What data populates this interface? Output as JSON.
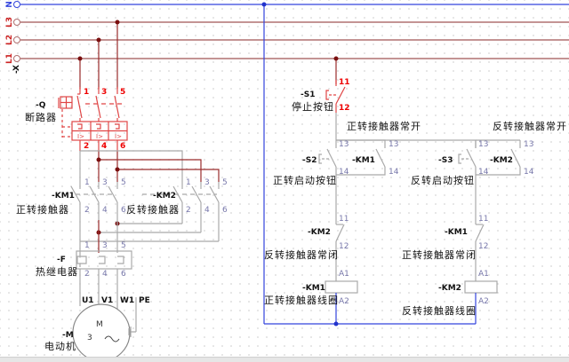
{
  "buses": [
    {
      "id": "N",
      "label": "N",
      "color": "#3344dd"
    },
    {
      "id": "L3",
      "label": "L3",
      "color": "#b07070"
    },
    {
      "id": "L2",
      "label": "L2",
      "color": "#b07070"
    },
    {
      "id": "L1",
      "label": "L1",
      "color": "#b07070"
    }
  ],
  "terminal_tag": "-X",
  "breaker": {
    "tag": "-Q",
    "name": "断路器",
    "pins_top": [
      "1",
      "3",
      "5"
    ],
    "pins_bottom": [
      "2",
      "4",
      "6"
    ]
  },
  "km1_main": {
    "tag": "-KM1",
    "name": "正转接触器",
    "pins_top": [
      "1",
      "3",
      "5"
    ],
    "pins_bottom": [
      "2",
      "4",
      "6"
    ]
  },
  "km2_main": {
    "tag": "-KM2",
    "name": "反转接触器",
    "pins_top": [
      "1",
      "3",
      "5"
    ],
    "pins_bottom": [
      "2",
      "4",
      "6"
    ]
  },
  "overload": {
    "tag": "-F",
    "name": "热继电器",
    "pins_top": [
      "1",
      "3",
      "5"
    ],
    "pins_bottom": [
      "2",
      "4",
      "6"
    ]
  },
  "motor": {
    "tag": "-M",
    "name": "电动机",
    "terminals": [
      "U1",
      "V1",
      "W1",
      "PE"
    ],
    "symbol": "M",
    "phases": "3",
    "ac": "~"
  },
  "control": {
    "s1": {
      "tag": "-S1",
      "name": "停止按钮",
      "pin_top": "11",
      "pin_bottom": "12"
    },
    "km1_no_label": "正转接触器常开",
    "km2_no_label": "反转接触器常开",
    "s2": {
      "tag": "-S2",
      "name": "正转启动按钮",
      "pin_top": "13",
      "pin_bottom": "14"
    },
    "km1_no": {
      "tag": "-KM1",
      "pin_top": "13",
      "pin_bottom": "14"
    },
    "s3": {
      "tag": "-S3",
      "name": "反转启动按钮",
      "pin_top": "13",
      "pin_bottom": "14"
    },
    "km2_no": {
      "tag": "-KM2",
      "pin_top": "13",
      "pin_bottom": "14"
    },
    "km2_nc": {
      "tag": "-KM2",
      "name": "反转接触器常闭",
      "pin_top": "11",
      "pin_bottom": "12"
    },
    "km1_nc": {
      "tag": "-KM1",
      "name": "正转接触器常闭",
      "pin_top": "11",
      "pin_bottom": "12"
    },
    "km1_coil": {
      "tag": "-KM1",
      "name": "正转接触器线圈",
      "pin_top": "A1",
      "pin_bottom": "A2"
    },
    "km2_coil": {
      "tag": "-KM2",
      "name": "反转接触器线圈",
      "pin_top": "A1",
      "pin_bottom": "A2"
    }
  }
}
